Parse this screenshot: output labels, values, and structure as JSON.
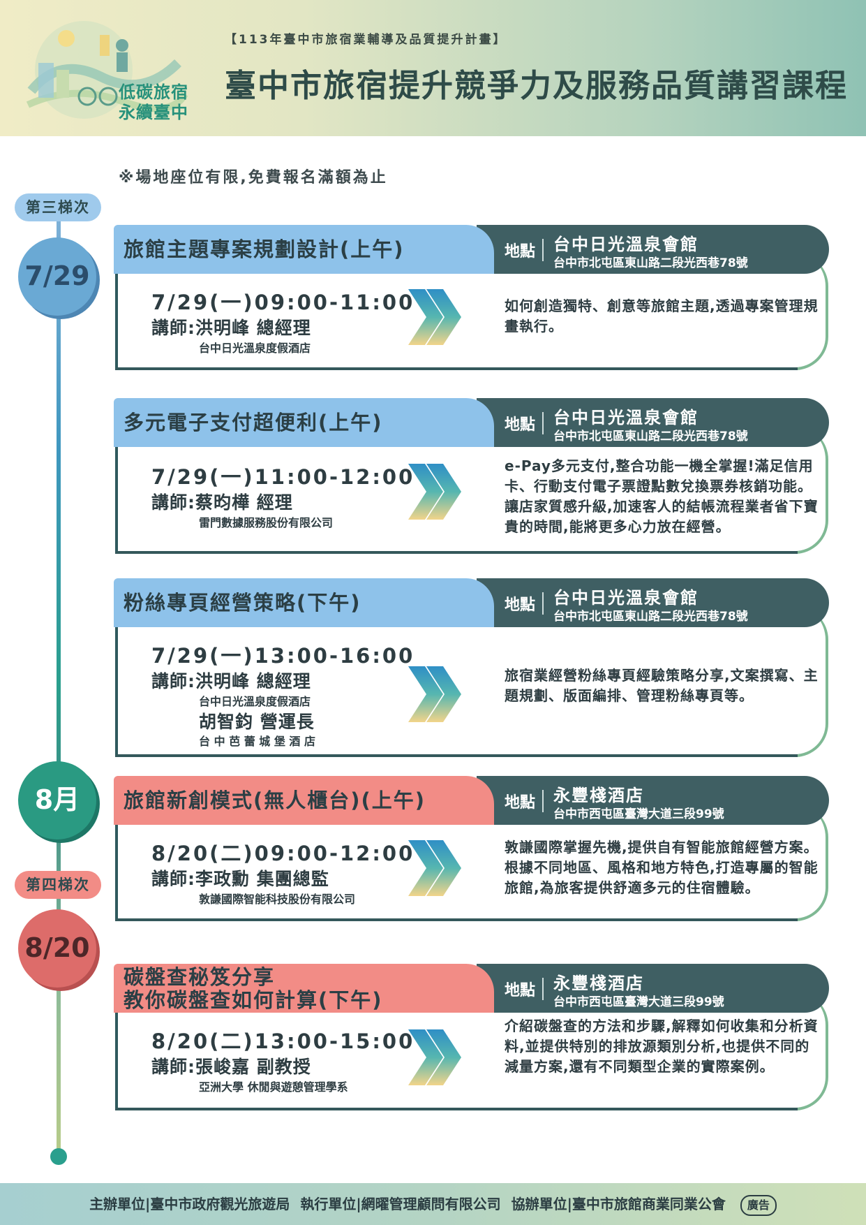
{
  "header": {
    "subtitle": "【113年臺中市旅宿業輔導及品質提升計畫】",
    "title": "臺中市旅宿提升競爭力及服務品質講習課程",
    "logo_line1": "低碳旅宿",
    "logo_line2": "永續臺中"
  },
  "notice": "※場地座位有限,免費報名滿額為止",
  "timeline": {
    "batch3": "第三梯次",
    "batch4": "第四梯次",
    "date1": "7/29",
    "month": "8月",
    "date2": "8/20"
  },
  "place_label": "地點",
  "sessions": [
    {
      "title": "旅館主題專案規劃設計(上午)",
      "place": "台中日光溫泉會館",
      "address": "台中市北屯區東山路二段光西巷78號",
      "time": "7/29(一)09:00-11:00",
      "speaker": "講師:洪明峰 總經理",
      "org": "台中日光溫泉度假酒店",
      "desc": "如何創造獨特、創意等旅館主題,透過專案管理規畫執行。"
    },
    {
      "title": "多元電子支付超便利(上午)",
      "place": "台中日光溫泉會館",
      "address": "台中市北屯區東山路二段光西巷78號",
      "time": "7/29(一)11:00-12:00",
      "speaker": "講師:蔡昀樺 經理",
      "org": "雷門數據服務股份有限公司",
      "desc": "e-Pay多元支付,整合功能一機全掌握!滿足信用卡、行動支付電子票證點數兌換票券核銷功能。讓店家質感升級,加速客人的結帳流程業者省下寶貴的時間,能將更多心力放在經營。"
    },
    {
      "title": "粉絲專頁經營策略(下午)",
      "place": "台中日光溫泉會館",
      "address": "台中市北屯區東山路二段光西巷78號",
      "time": "7/29(一)13:00-16:00",
      "speaker": "講師:洪明峰 總經理",
      "org": "台中日光溫泉度假酒店",
      "speaker2": "胡智鈞 營運長",
      "org2": "台 中 芭 蕾 城 堡 酒 店",
      "desc": "旅宿業經營粉絲專頁經驗策略分享,文案撰寫、主題規劃、版面編排、管理粉絲專頁等。"
    },
    {
      "title": "旅館新創模式(無人櫃台)(上午)",
      "place": "永豐棧酒店",
      "address": "台中市西屯區臺灣大道三段99號",
      "time": "8/20(二)09:00-12:00",
      "speaker": "講師:李政勳 集團總監",
      "org": "敦謙國際智能科技股份有限公司",
      "desc": "敦謙國際掌握先機,提供自有智能旅館經營方案。根據不同地區、風格和地方特色,打造專屬的智能旅館,為旅客提供舒適多元的住宿體驗。"
    },
    {
      "title_line1": "碳盤查秘笈分享",
      "title_line2": "教你碳盤查如何計算(下午)",
      "place": "永豐棧酒店",
      "address": "台中市西屯區臺灣大道三段99號",
      "time": "8/20(二)13:00-15:00",
      "speaker": "講師:張峻嘉 副教授",
      "org": "亞洲大學 休閒與遊憩管理學系",
      "desc": "介紹碳盤查的方法和步驟,解釋如何收集和分析資料,並提供特別的排放源類別分析,也提供不同的減量方案,還有不同類型企業的實際案例。"
    }
  ],
  "footer": {
    "organizer": "主辦單位|臺中市政府觀光旅遊局",
    "executor": "執行單位|網曜管理顧問有限公司",
    "co_organizer": "協辦單位|臺中市旅館商業同業公會",
    "ad": "廣告"
  },
  "colors": {
    "blue": "#8ec2ea",
    "red": "#f28c86",
    "dark_teal": "#3f5f63",
    "green": "#2a9a82"
  }
}
